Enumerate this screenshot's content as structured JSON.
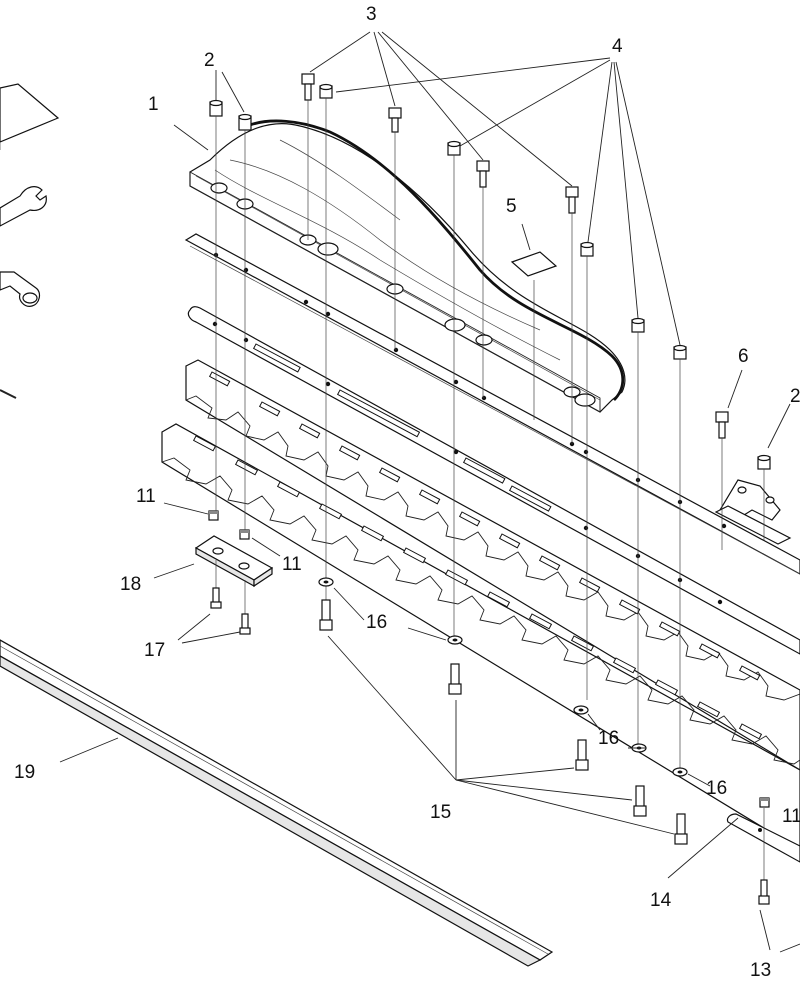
{
  "diagram": {
    "callouts": [
      {
        "id": "c1",
        "label": "1"
      },
      {
        "id": "c2a",
        "label": "2"
      },
      {
        "id": "c2b",
        "label": "2"
      },
      {
        "id": "c3",
        "label": "3"
      },
      {
        "id": "c4",
        "label": "4"
      },
      {
        "id": "c5",
        "label": "5"
      },
      {
        "id": "c6",
        "label": "6"
      },
      {
        "id": "c11a",
        "label": "11"
      },
      {
        "id": "c11b",
        "label": "11"
      },
      {
        "id": "c11c",
        "label": "11"
      },
      {
        "id": "c13",
        "label": "13"
      },
      {
        "id": "c14",
        "label": "14"
      },
      {
        "id": "c15",
        "label": "15"
      },
      {
        "id": "c16a",
        "label": "16"
      },
      {
        "id": "c16b",
        "label": "16"
      },
      {
        "id": "c16c",
        "label": "16"
      },
      {
        "id": "c17",
        "label": "17"
      },
      {
        "id": "c18",
        "label": "18"
      },
      {
        "id": "c19",
        "label": "19"
      }
    ]
  }
}
